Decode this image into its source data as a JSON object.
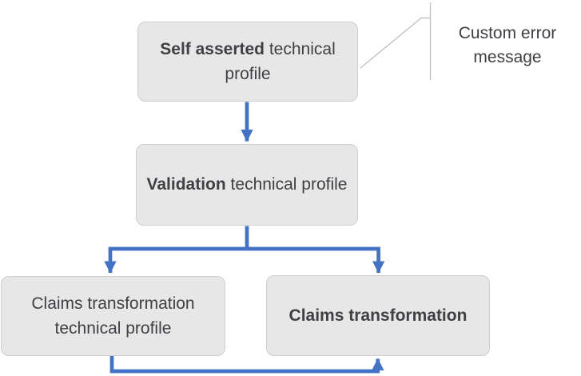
{
  "diagram": {
    "nodes": {
      "self_asserted": {
        "bold": "Self asserted",
        "rest": " technical profile"
      },
      "validation": {
        "bold": "Validation",
        "rest": " technical profile"
      },
      "claims_transformation_tp": {
        "text": "Claims transformation technical profile"
      },
      "claims_transformation": {
        "bold": "Claims transformation"
      }
    },
    "callout": {
      "text": "Custom error message"
    },
    "colors": {
      "connector_blue": "#4472C4",
      "box_fill": "#E8E7E7",
      "box_border": "#CFCDCD",
      "text": "#3F4044",
      "callout_line": "#C4C3C3"
    }
  }
}
